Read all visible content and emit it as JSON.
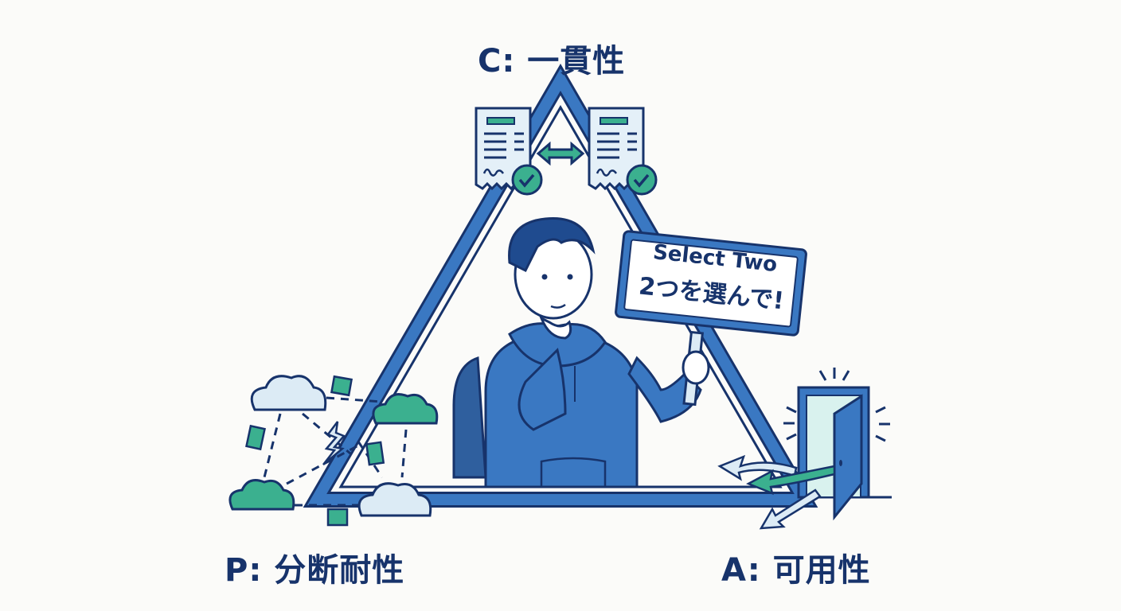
{
  "diagram": {
    "title": "CAP theorem",
    "vertices": {
      "c": {
        "label": "C: 一貫性",
        "meaning": "Consistency"
      },
      "p": {
        "label": "P: 分断耐性",
        "meaning": "Partition tolerance"
      },
      "a": {
        "label": "A: 可用性",
        "meaning": "Availability"
      }
    },
    "sign": {
      "line1": "Select Two",
      "line2": "2つを選んで!"
    },
    "icons": {
      "consistency": [
        "document-icon",
        "sync-arrow-icon",
        "document-icon",
        "check-icon"
      ],
      "partition": [
        "cloud-icon",
        "file-icon",
        "lightning-icon"
      ],
      "availability": [
        "open-door-icon",
        "arrow-icon"
      ]
    },
    "colors": {
      "navy": "#17336b",
      "blue": "#3a78c2",
      "light_blue": "#dcebf5",
      "teal": "#3bb08f",
      "background": "#fbfbf9"
    }
  }
}
